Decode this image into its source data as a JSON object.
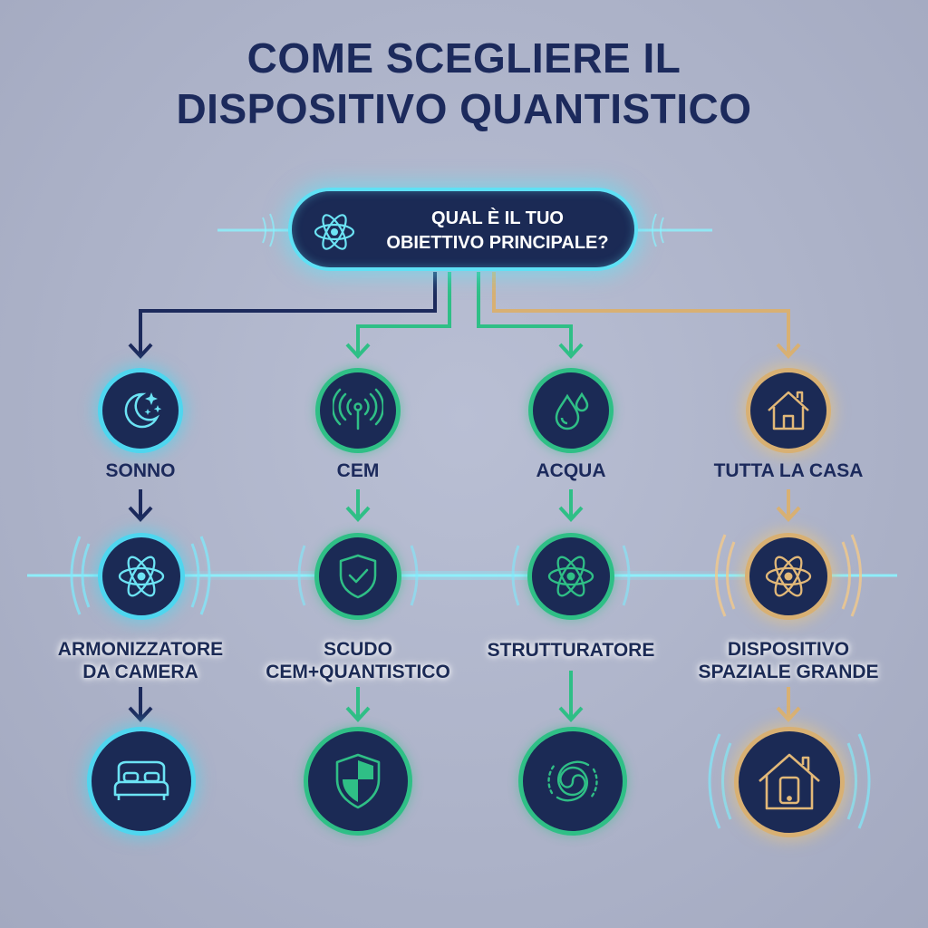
{
  "title": {
    "line1": "COME SCEGLIERE IL",
    "line2": "DISPOSITIVO QUANTISTICO"
  },
  "question": {
    "line1": "QUAL È IL TUO",
    "line2": "OBIETTIVO PRINCIPALE?",
    "icon": "atom-icon"
  },
  "colors": {
    "navy": "#1b2a55",
    "cyan": "#4fd6ef",
    "green": "#2fbf86",
    "gold": "#d8b073",
    "title": "#1c2a5c"
  },
  "branches": [
    {
      "goal": "SONNO",
      "goal_icon": "moon-stars-icon",
      "device_lines": [
        "ARMONIZZATORE",
        "DA CAMERA"
      ],
      "device_icon": "atom-icon",
      "result_icon": "bed-icon",
      "accent": "cyan"
    },
    {
      "goal": "CEM",
      "goal_icon": "antenna-signal-icon",
      "device_lines": [
        "SCUDO",
        "CEM+QUANTISTICO"
      ],
      "device_icon": "shield-check-icon",
      "result_icon": "shield-icon",
      "accent": "green"
    },
    {
      "goal": "ACQUA",
      "goal_icon": "water-drops-icon",
      "device_lines": [
        "STRUTTURATORE"
      ],
      "device_icon": "atom-icon",
      "result_icon": "vortex-icon",
      "accent": "green"
    },
    {
      "goal": "TUTTA LA CASA",
      "goal_icon": "house-icon",
      "device_lines": [
        "DISPOSITIVO",
        "SPAZIALE GRANDE"
      ],
      "device_icon": "atom-icon",
      "result_icon": "house-device-icon",
      "accent": "gold"
    }
  ]
}
